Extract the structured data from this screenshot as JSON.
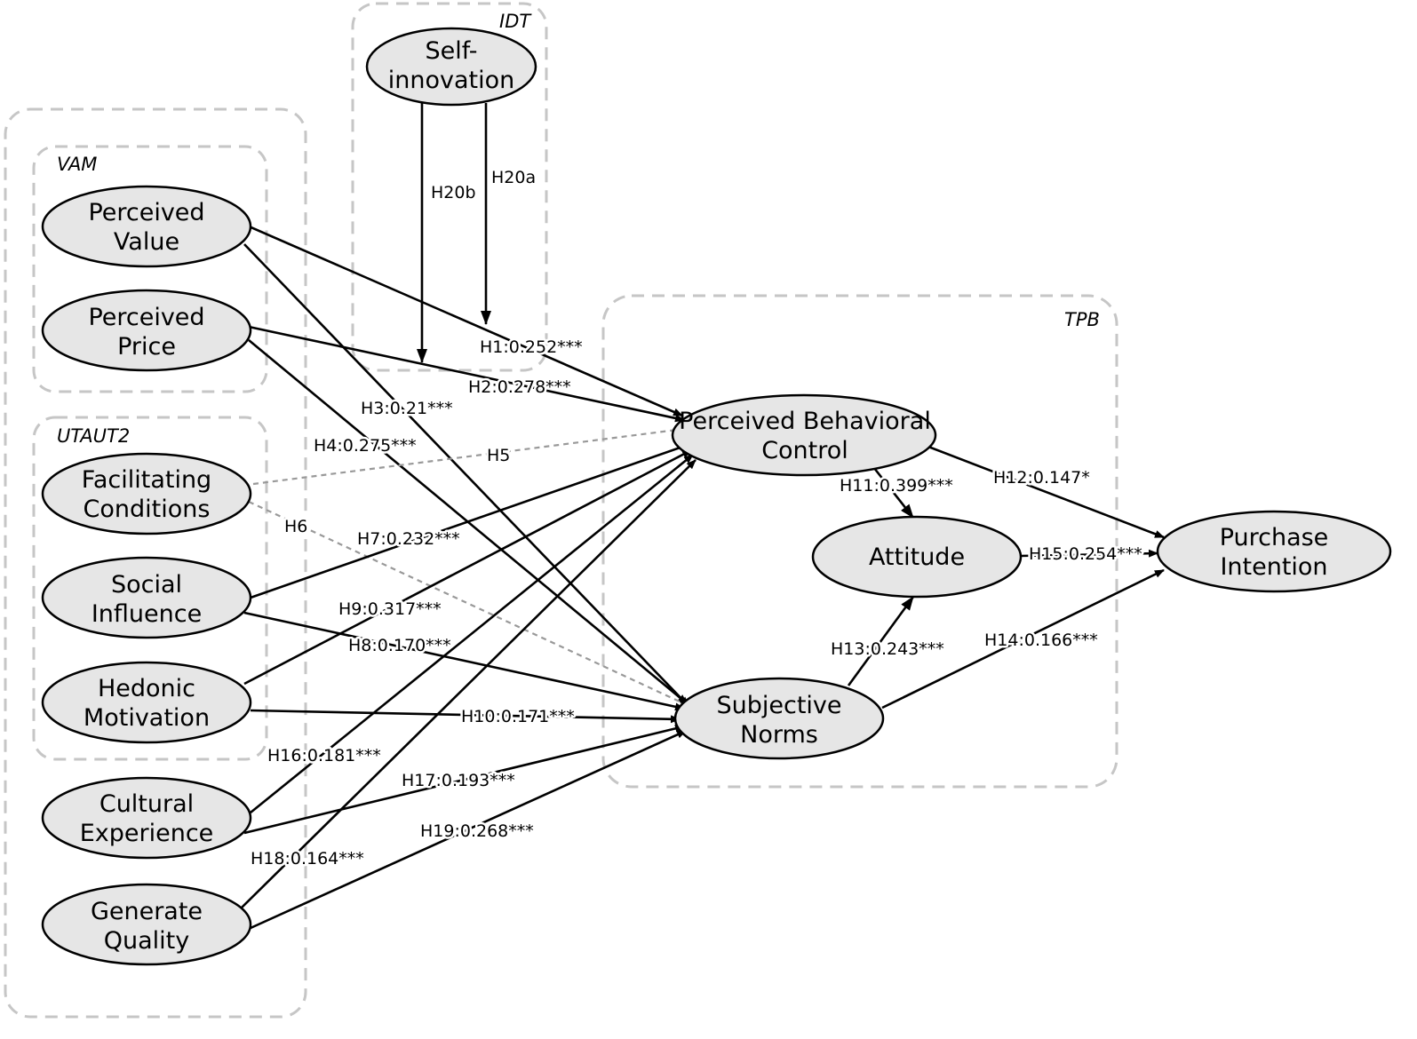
{
  "groups": {
    "idt": "IDT",
    "vam": "VAM",
    "utaut2": "UTAUT2",
    "tpb": "TPB"
  },
  "nodes": {
    "self_innovation": [
      "Self-",
      "innovation"
    ],
    "perceived_value": [
      "Perceived",
      "Value"
    ],
    "perceived_price": [
      "Perceived",
      "Price"
    ],
    "facilitating_conditions": [
      "Facilitating",
      "Conditions"
    ],
    "social_influence": [
      "Social",
      "Influence"
    ],
    "hedonic_motivation": [
      "Hedonic",
      "Motivation"
    ],
    "cultural_experience": [
      "Cultural",
      "Experience"
    ],
    "generate_quality": [
      "Generate",
      "Quality"
    ],
    "perceived_behavioral_control": [
      "Perceived Behavioral",
      "Control"
    ],
    "attitude": [
      "Attitude"
    ],
    "subjective_norms": [
      "Subjective",
      "Norms"
    ],
    "purchase_intention": [
      "Purchase",
      "Intention"
    ]
  },
  "paths": {
    "h1": "H1:0.252***",
    "h2": "H2:0.278***",
    "h3": "H3:0.21***",
    "h4": "H4:0.275***",
    "h5": "H5",
    "h6": "H6",
    "h7": "H7:0.232***",
    "h8": "H8:0.170***",
    "h9": "H9:0.317***",
    "h10": "H10:0.171***",
    "h11": "H11:0.399***",
    "h12": "H12:0.147*",
    "h13": "H13:0.243***",
    "h14": "H14:0.166***",
    "h15": "H15:0.254***",
    "h16": "H16:0.181***",
    "h17": "H17:0.193***",
    "h18": "H18:0.164***",
    "h19": "H19:0.268***",
    "h20a": "H20a",
    "h20b": "H20b"
  }
}
